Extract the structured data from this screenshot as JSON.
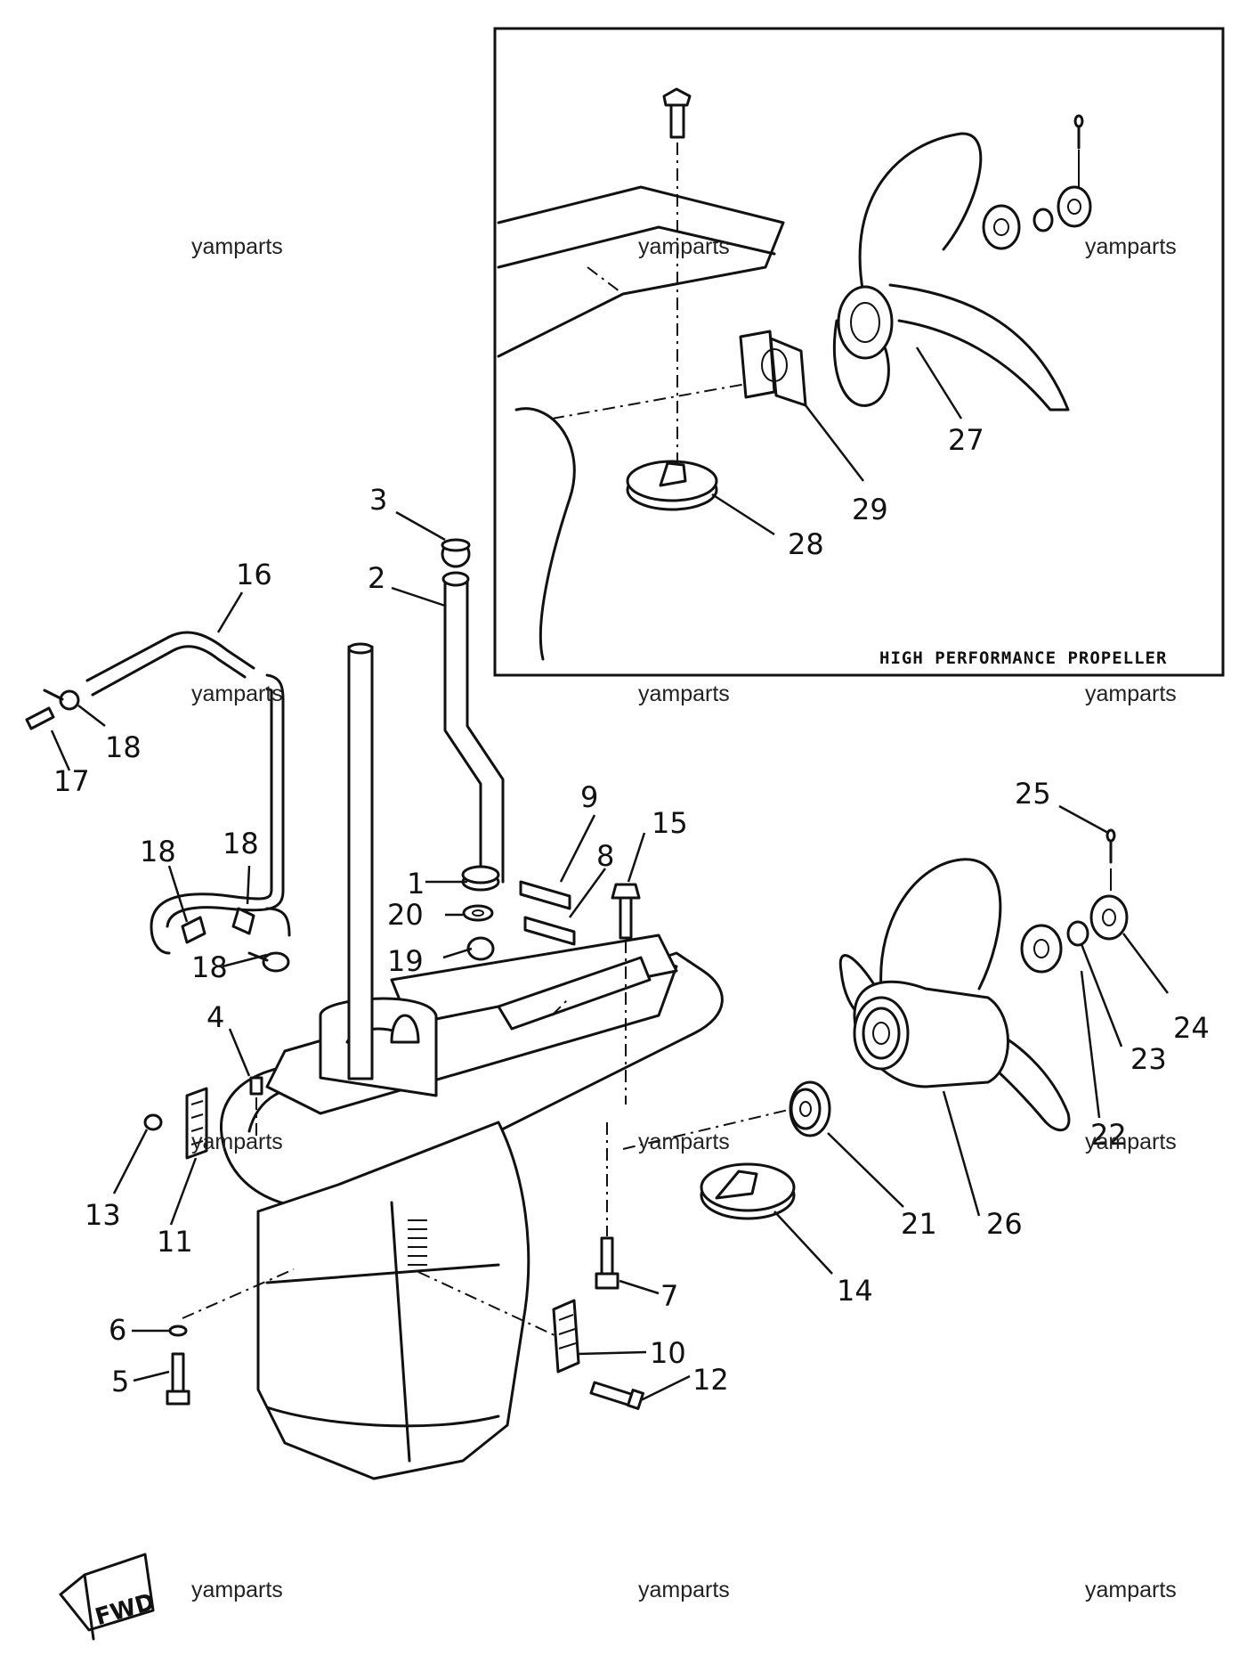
{
  "watermarks": [
    "yamparts",
    "yamparts",
    "yamparts",
    "yamparts",
    "yamparts",
    "yamparts",
    "yamparts",
    "yamparts",
    "yamparts",
    "yamparts",
    "yamparts",
    "yamparts"
  ],
  "inset_title": "HIGH PERFORMANCE PROPELLER",
  "fwd_label": "FWD",
  "callouts": {
    "c1": "1",
    "c2": "2",
    "c3": "3",
    "c4": "4",
    "c5": "5",
    "c6": "6",
    "c7": "7",
    "c8": "8",
    "c9": "9",
    "c10": "10",
    "c11": "11",
    "c12": "12",
    "c13": "13",
    "c14": "14",
    "c15": "15",
    "c16": "16",
    "c17": "17",
    "c18a": "18",
    "c18b": "18",
    "c18c": "18",
    "c18d": "18",
    "c19": "19",
    "c20": "20",
    "c21": "21",
    "c22": "22",
    "c23": "23",
    "c24": "24",
    "c25": "25",
    "c26": "26",
    "c27": "27",
    "c28": "28",
    "c29": "29"
  }
}
